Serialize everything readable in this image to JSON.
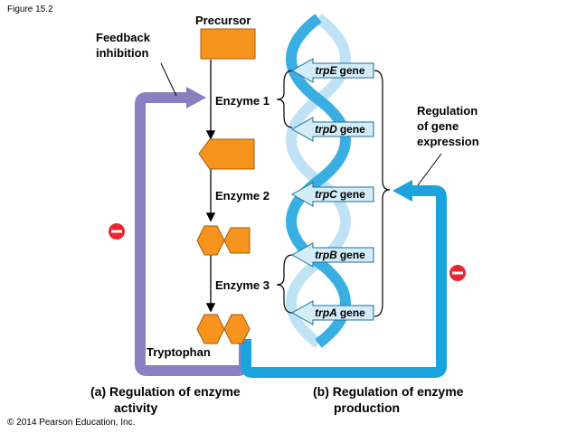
{
  "figure_label": "Figure 15.2",
  "copyright": "© 2014 Pearson Education, Inc.",
  "labels": {
    "precursor": "Precursor",
    "feedback_line1": "Feedback",
    "feedback_line2": "inhibition",
    "enzyme1": "Enzyme 1",
    "enzyme2": "Enzyme 2",
    "enzyme3": "Enzyme 3",
    "tryptophan": "Tryptophan",
    "regulation_line1": "Regulation",
    "regulation_line2": "of gene",
    "regulation_line3": "expression"
  },
  "genes": [
    {
      "name": "trpE",
      "suffix": "gene"
    },
    {
      "name": "trpD",
      "suffix": "gene"
    },
    {
      "name": "trpC",
      "suffix": "gene"
    },
    {
      "name": "trpB",
      "suffix": "gene"
    },
    {
      "name": "trpA",
      "suffix": "gene"
    }
  ],
  "captions": {
    "a_line1": "(a) Regulation of enzyme",
    "a_line2": "activity",
    "b_line1": "(b) Regulation of enzyme",
    "b_line2": "production"
  },
  "colors": {
    "orange": "#f7941d",
    "purple": "#8b7fc1",
    "blue": "#1ba3dd",
    "helix_light": "#bfe3f5",
    "helix_dark": "#39aee3",
    "gene_fill": "#d3ecf8",
    "minus_red": "#e8262f"
  },
  "icons": {
    "inhibit": "minus-circle-icon"
  }
}
